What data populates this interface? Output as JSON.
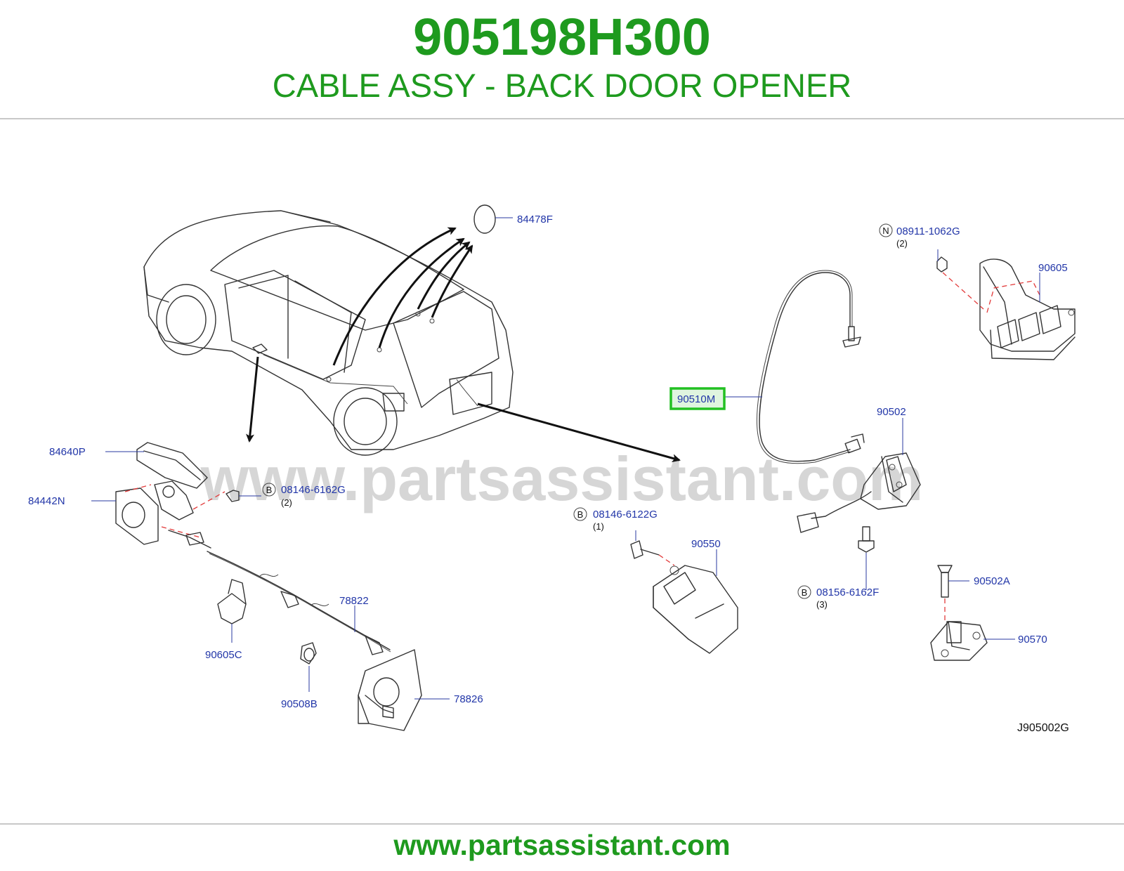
{
  "header": {
    "part_number": "905198H300",
    "part_title": "CABLE ASSY - BACK DOOR OPENER"
  },
  "footer": {
    "url": "www.partsassistant.com"
  },
  "watermark": {
    "text": "www.partsassistant.com"
  },
  "diagram": {
    "code": "J905002G",
    "highlight": "90510M",
    "callouts": [
      {
        "id": "84478F",
        "text": "84478F"
      },
      {
        "id": "08911-1062G",
        "text": "08911-1062G",
        "badge": "N",
        "qty": "(2)"
      },
      {
        "id": "90605",
        "text": "90605"
      },
      {
        "id": "90510M",
        "text": "90510M"
      },
      {
        "id": "90502",
        "text": "90502"
      },
      {
        "id": "84640P",
        "text": "84640P"
      },
      {
        "id": "84442N",
        "text": "84442N"
      },
      {
        "id": "08146-6162G",
        "text": "08146-6162G",
        "badge": "B",
        "qty": "(2)"
      },
      {
        "id": "08146-6122G",
        "text": "08146-6122G",
        "badge": "B",
        "qty": "(1)"
      },
      {
        "id": "90550",
        "text": "90550"
      },
      {
        "id": "08156-6162F",
        "text": "08156-6162F",
        "badge": "B",
        "qty": "(3)"
      },
      {
        "id": "90502A",
        "text": "90502A"
      },
      {
        "id": "78822",
        "text": "78822"
      },
      {
        "id": "90605C",
        "text": "90605C"
      },
      {
        "id": "90508B",
        "text": "90508B"
      },
      {
        "id": "90570",
        "text": "90570"
      },
      {
        "id": "78826",
        "text": "78826"
      }
    ]
  },
  "colors": {
    "brand_green": "#1e9a1e",
    "callout_blue": "#2236a8",
    "highlight_green": "#22c022",
    "highlight_fill": "#dff5df",
    "watermark_gray": "#d6d6d6"
  }
}
